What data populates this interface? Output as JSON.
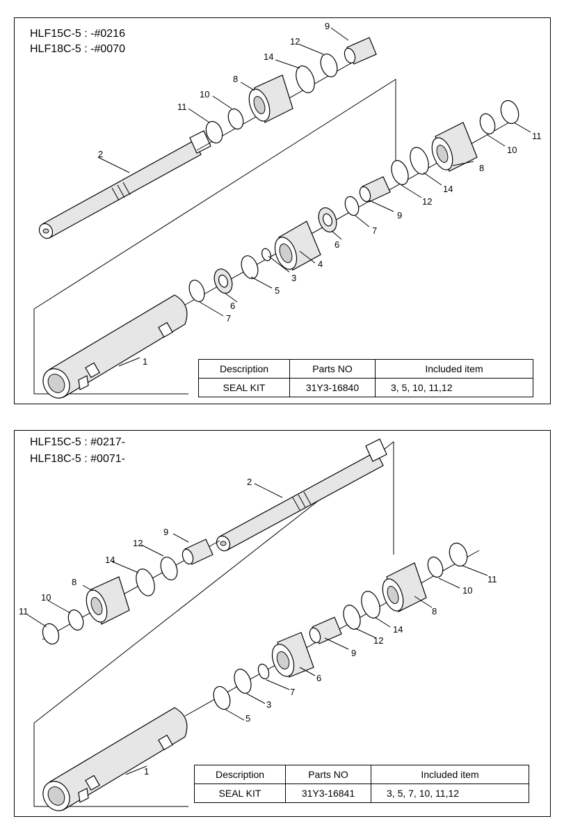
{
  "panels": [
    {
      "models": [
        "HLF15C-5 : -#0216",
        "HLF18C-5 : -#0070"
      ],
      "table": {
        "headers": [
          "Description",
          "Parts NO",
          "Included item"
        ],
        "row": [
          "SEAL KIT",
          "31Y3-16840",
          "3, 5, 10, 11,12"
        ]
      },
      "labels": {
        "p1": "1",
        "p2": "2",
        "p3": "3",
        "p4": "4",
        "p5": "5",
        "p6a": "6",
        "p6b": "6",
        "p7a": "7",
        "p7b": "7",
        "p8a": "8",
        "p8b": "8",
        "p9a": "9",
        "p9b": "9",
        "p10a": "10",
        "p10b": "10",
        "p11a": "11",
        "p11b": "11",
        "p12a": "12",
        "p12b": "12",
        "p14a": "14",
        "p14b": "14"
      }
    },
    {
      "models": [
        "HLF15C-5 : #0217-",
        "HLF18C-5 : #0071-"
      ],
      "table": {
        "headers": [
          "Description",
          "Parts NO",
          "Included item"
        ],
        "row": [
          "SEAL KIT",
          "31Y3-16841",
          "3, 5, 7, 10, 11,12"
        ]
      },
      "labels": {
        "p1": "1",
        "p2": "2",
        "p3": "3",
        "p5": "5",
        "p6": "6",
        "p7": "7",
        "p8a": "8",
        "p8b": "8",
        "p9a": "9",
        "p9b": "9",
        "p10a": "10",
        "p10b": "10",
        "p11a": "11",
        "p11b": "11",
        "p12a": "12",
        "p12b": "12",
        "p14a": "14",
        "p14b": "14"
      }
    }
  ]
}
